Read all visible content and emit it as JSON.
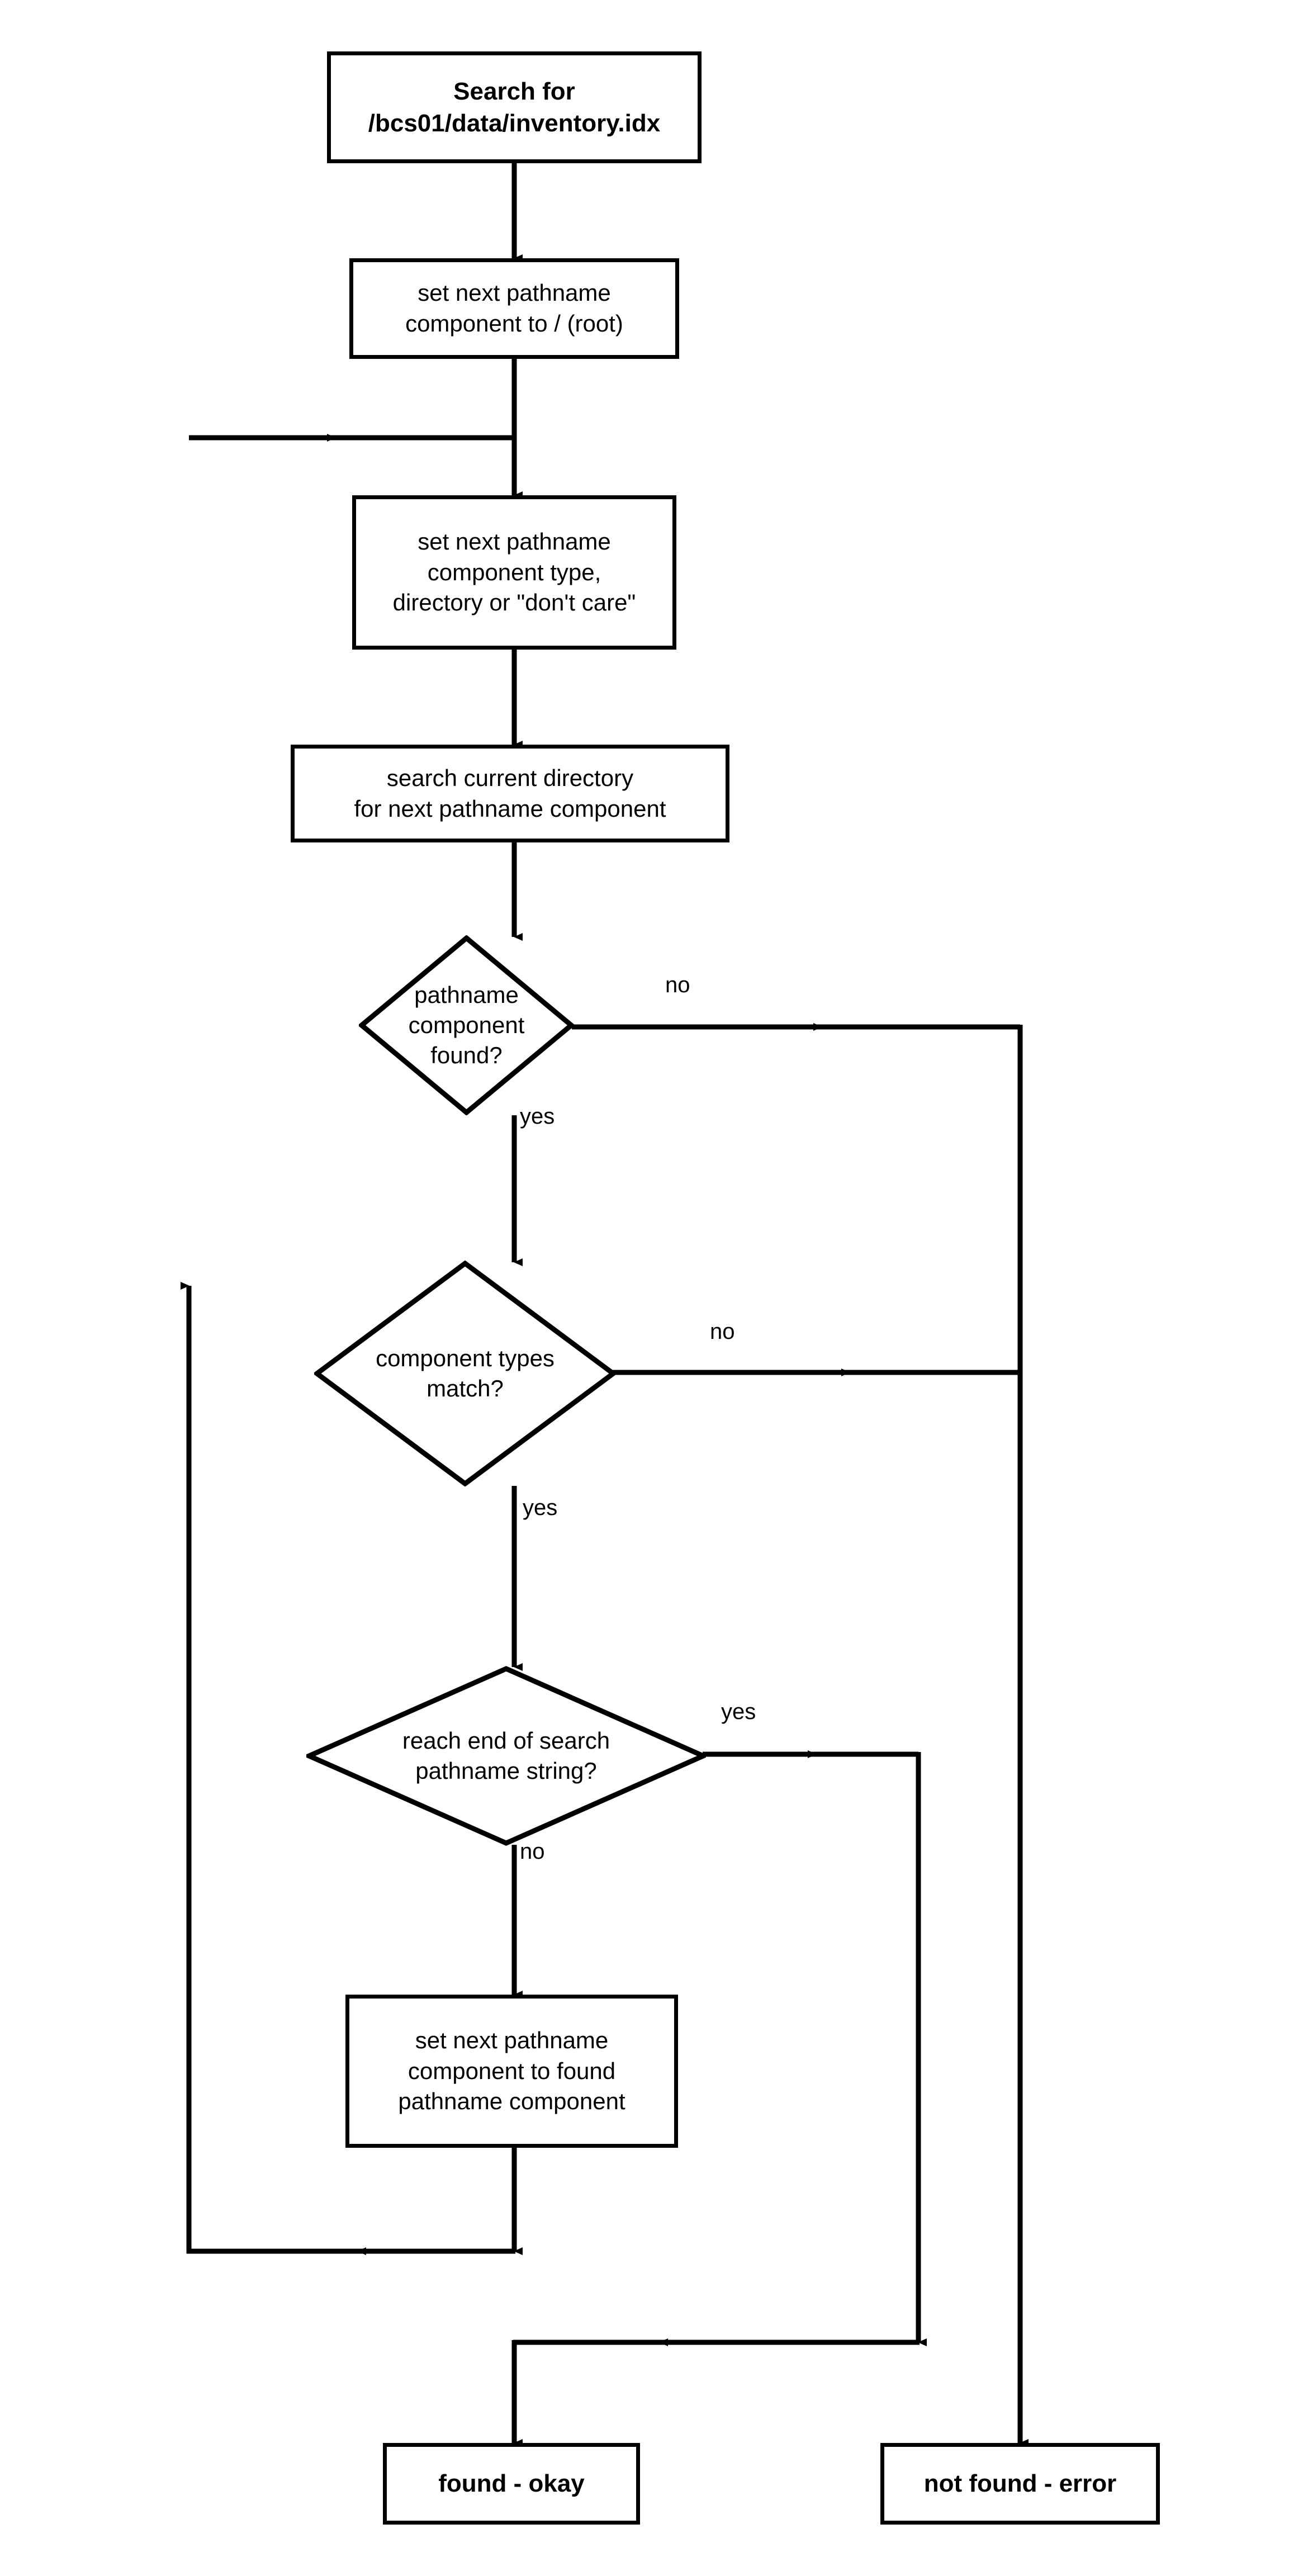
{
  "diagram": {
    "title": "UNIX pathname search flowchart",
    "type": "flowchart",
    "line_color": "#000000",
    "background": "#ffffff"
  },
  "nodes": {
    "start": {
      "label": "Search for\n/bcs01/data/inventory.idx",
      "shape": "process"
    },
    "set_root": {
      "label": "set next pathname\ncomponent to / (root)",
      "shape": "process"
    },
    "set_type": {
      "label": "set next pathname\ncomponent type,\ndirectory or \"don't care\"",
      "shape": "process"
    },
    "search_dir": {
      "label": "search current directory\nfor next pathname component",
      "shape": "process"
    },
    "set_found": {
      "label": "set next pathname\ncomponent to found\npathname component",
      "shape": "process"
    },
    "found_okay": {
      "label": "found - okay",
      "shape": "terminator"
    },
    "not_found": {
      "label": "not found - error",
      "shape": "terminator"
    }
  },
  "decisions": {
    "component_found": {
      "label": "pathname\ncomponent\nfound?",
      "yes_label": "yes",
      "no_label": "no"
    },
    "types_match": {
      "label": "component types\nmatch?",
      "yes_label": "yes",
      "no_label": "no"
    },
    "end_of_string": {
      "label": "reach end of search\npathname string?",
      "yes_label": "yes",
      "no_label": "no"
    }
  },
  "edge_labels": {
    "found_no": "no",
    "found_yes": "yes",
    "match_no": "no",
    "match_yes": "yes",
    "end_yes": "yes",
    "end_no": "no"
  }
}
